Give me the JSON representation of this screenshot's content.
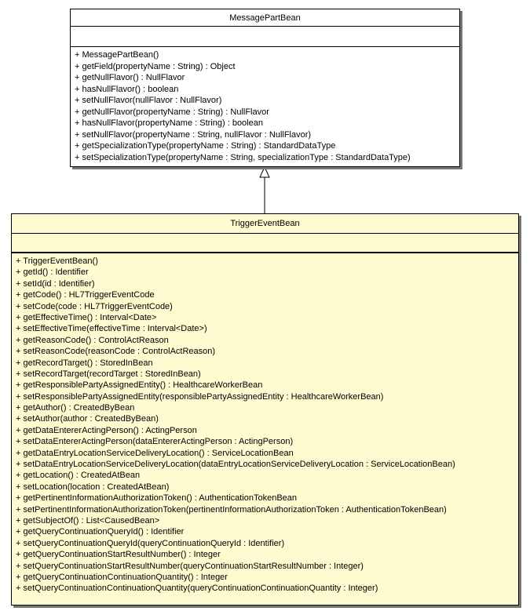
{
  "parent_class": {
    "name": "MessagePartBean",
    "operations": [
      "+ MessagePartBean()",
      "+ getField(propertyName : String) : Object",
      "+ getNullFlavor() : NullFlavor",
      "+ hasNullFlavor() : boolean",
      "+ setNullFlavor(nullFlavor : NullFlavor)",
      "+ getNullFlavor(propertyName : String) : NullFlavor",
      "+ hasNullFlavor(propertyName : String) : boolean",
      "+ setNullFlavor(propertyName : String, nullFlavor : NullFlavor)",
      "+ getSpecializationType(propertyName : String) : StandardDataType",
      "+ setSpecializationType(propertyName : String, specializationType : StandardDataType)"
    ]
  },
  "child_class": {
    "name": "TriggerEventBean",
    "fill_color": "#fffbd0",
    "operations": [
      "+ TriggerEventBean()",
      "+ getId() : Identifier",
      "+ setId(id : Identifier)",
      "+ getCode() : HL7TriggerEventCode",
      "+ setCode(code : HL7TriggerEventCode)",
      "+ getEffectiveTime() : Interval<Date>",
      "+ setEffectiveTime(effectiveTime : Interval<Date>)",
      "+ getReasonCode() : ControlActReason",
      "+ setReasonCode(reasonCode : ControlActReason)",
      "+ getRecordTarget() : StoredInBean",
      "+ setRecordTarget(recordTarget : StoredInBean)",
      "+ getResponsiblePartyAssignedEntity() : HealthcareWorkerBean",
      "+ setResponsiblePartyAssignedEntity(responsiblePartyAssignedEntity : HealthcareWorkerBean)",
      "+ getAuthor() : CreatedByBean",
      "+ setAuthor(author : CreatedByBean)",
      "+ getDataEntererActingPerson() : ActingPerson",
      "+ setDataEntererActingPerson(dataEntererActingPerson : ActingPerson)",
      "+ getDataEntryLocationServiceDeliveryLocation() : ServiceLocationBean",
      "+ setDataEntryLocationServiceDeliveryLocation(dataEntryLocationServiceDeliveryLocation : ServiceLocationBean)",
      "+ getLocation() : CreatedAtBean",
      "+ setLocation(location : CreatedAtBean)",
      "+ getPertinentInformationAuthorizationToken() : AuthenticationTokenBean",
      "+ setPertinentInformationAuthorizationToken(pertinentInformationAuthorizationToken : AuthenticationTokenBean)",
      "+ getSubjectOf() : List<CausedBean>",
      "+ getQueryContinuationQueryId() : Identifier",
      "+ setQueryContinuationQueryId(queryContinuationQueryId : Identifier)",
      "+ getQueryContinuationStartResultNumber() : Integer",
      "+ setQueryContinuationStartResultNumber(queryContinuationStartResultNumber : Integer)",
      "+ getQueryContinuationContinuationQuantity() : Integer",
      "+ setQueryContinuationContinuationQuantity(queryContinuationContinuationQuantity : Integer)"
    ]
  },
  "relationship": {
    "type": "generalization"
  }
}
